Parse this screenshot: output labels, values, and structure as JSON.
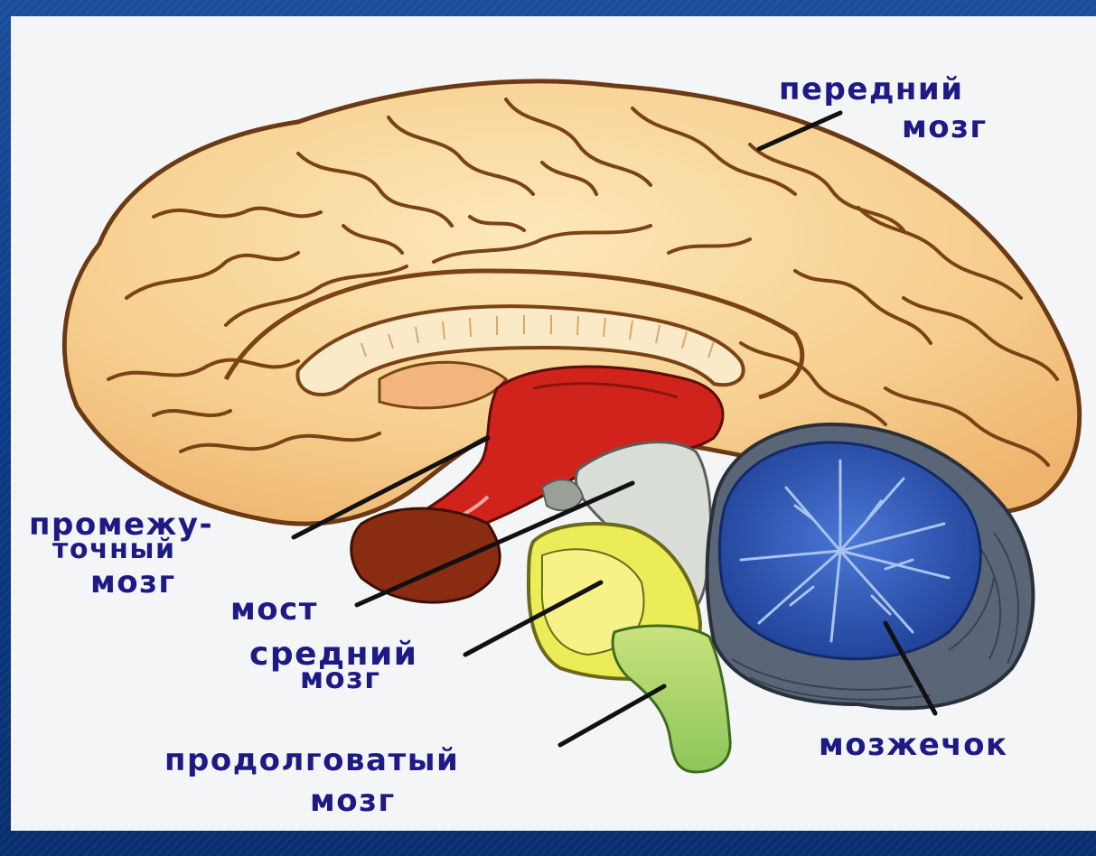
{
  "labels": {
    "forebrain_l1": "передний",
    "forebrain_l2": "мозг",
    "diencephalon_l1": "промежу-",
    "diencephalon_l2": "точный",
    "diencephalon_l3": "мозг",
    "pons": "мост",
    "midbrain_l1": "средний",
    "midbrain_l2": "мозг",
    "medulla_l1": "продолговатый",
    "medulla_l2": "мозг",
    "cerebellum": "мозжечок"
  },
  "colors": {
    "background": "#0d3a86",
    "panel": "#f4f5f7",
    "label_text": "#1d1a86",
    "cerebrum": "#f6cf8f",
    "diencephalon": "#d0231c",
    "pons": "#d9ded8",
    "midbrain": "#ecec58",
    "medulla": "#a6d66a",
    "cerebellum": "#2f57b5",
    "cerebellum_outer": "#5a6678"
  }
}
